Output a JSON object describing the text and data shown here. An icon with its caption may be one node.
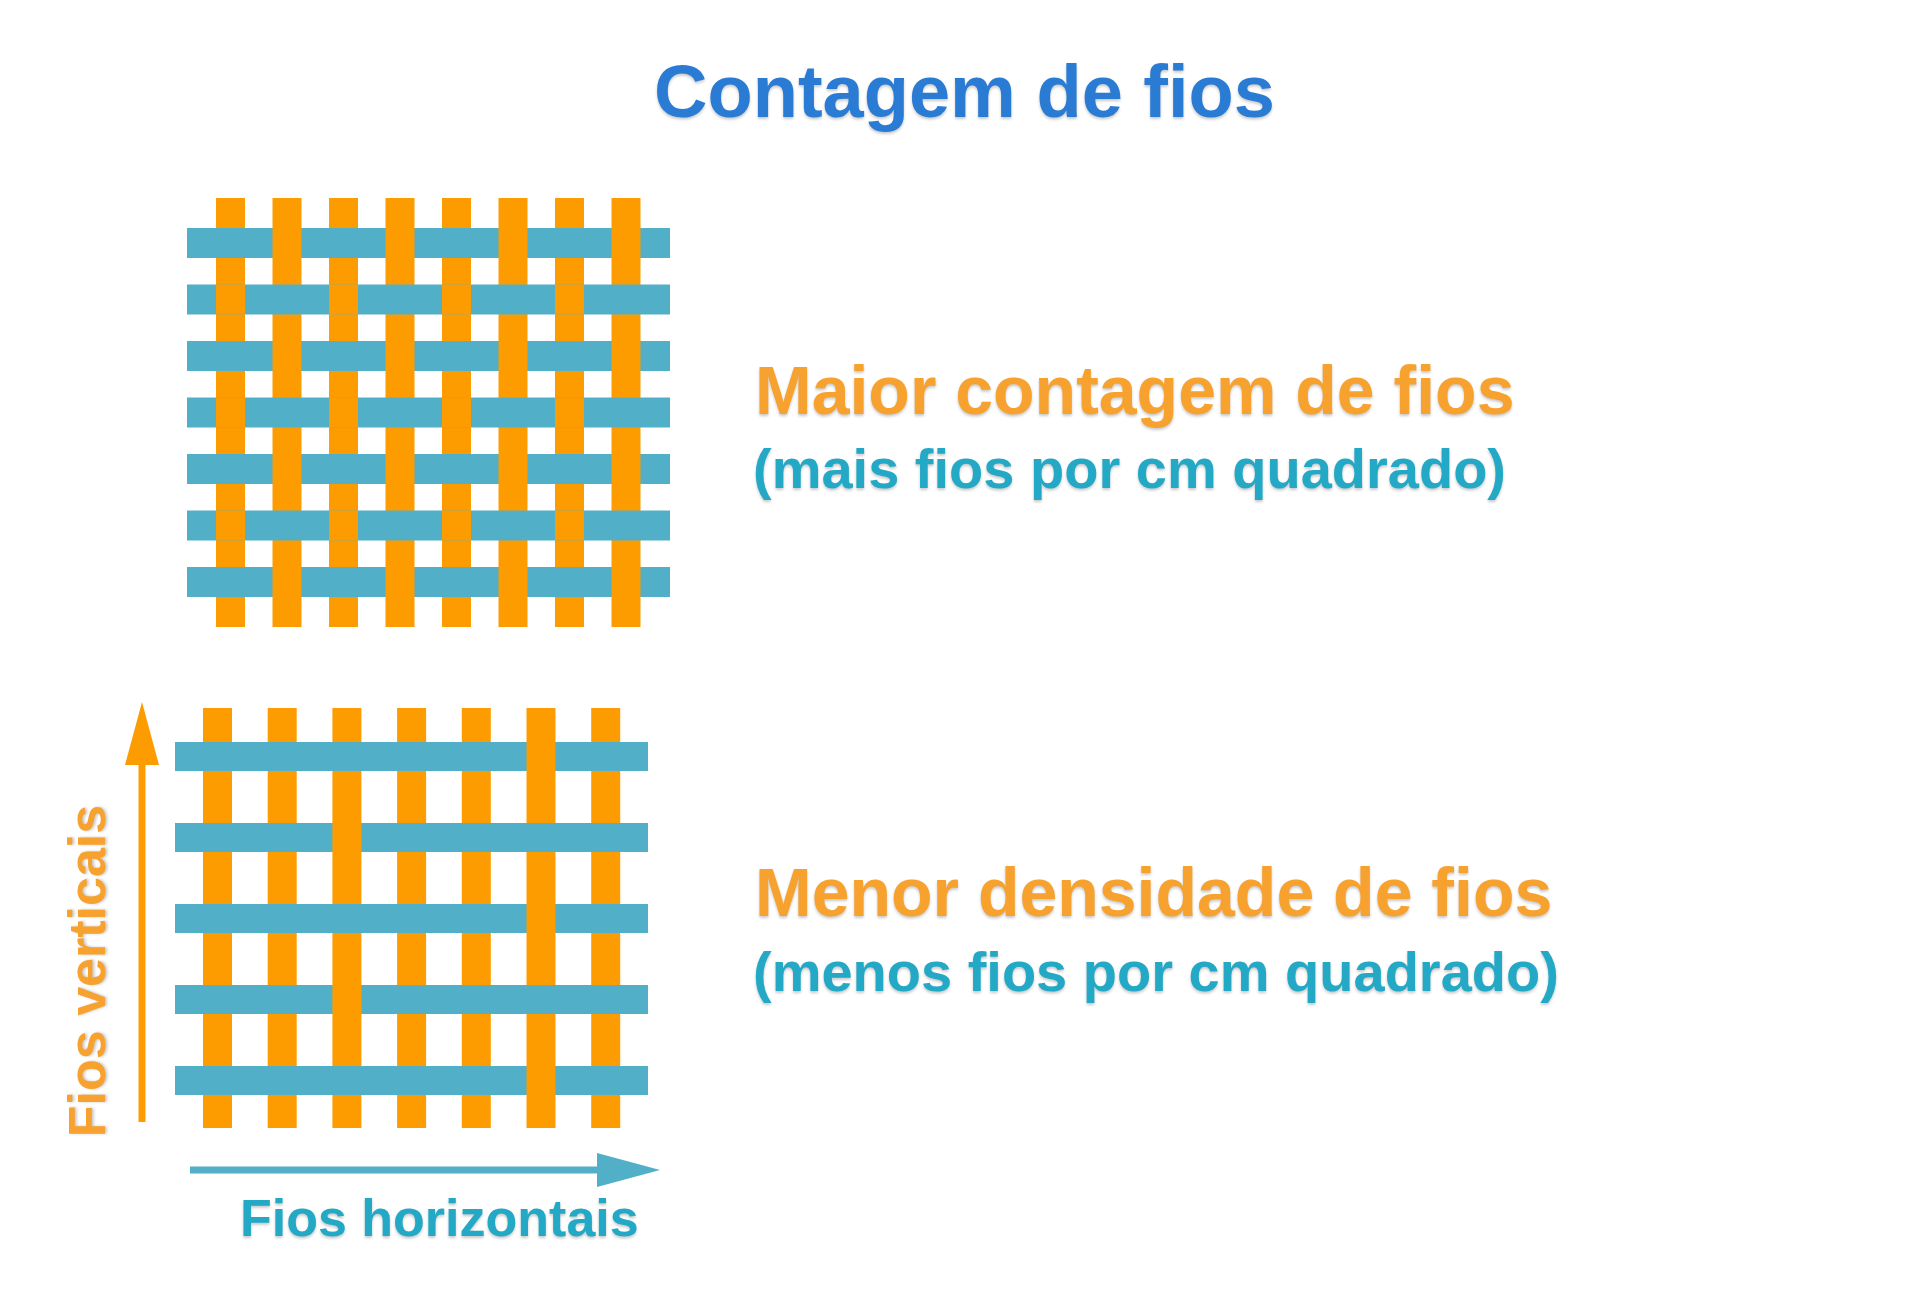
{
  "diagram": {
    "title": "Contagem de fios",
    "labels": [
      "Maior contagem de fios",
      "(mais fios por cm quadrado)",
      "Fios verticais",
      "Menor densidade de fios",
      "(menos fios por cm quadrado)",
      "Fios horizontais"
    ]
  }
}
